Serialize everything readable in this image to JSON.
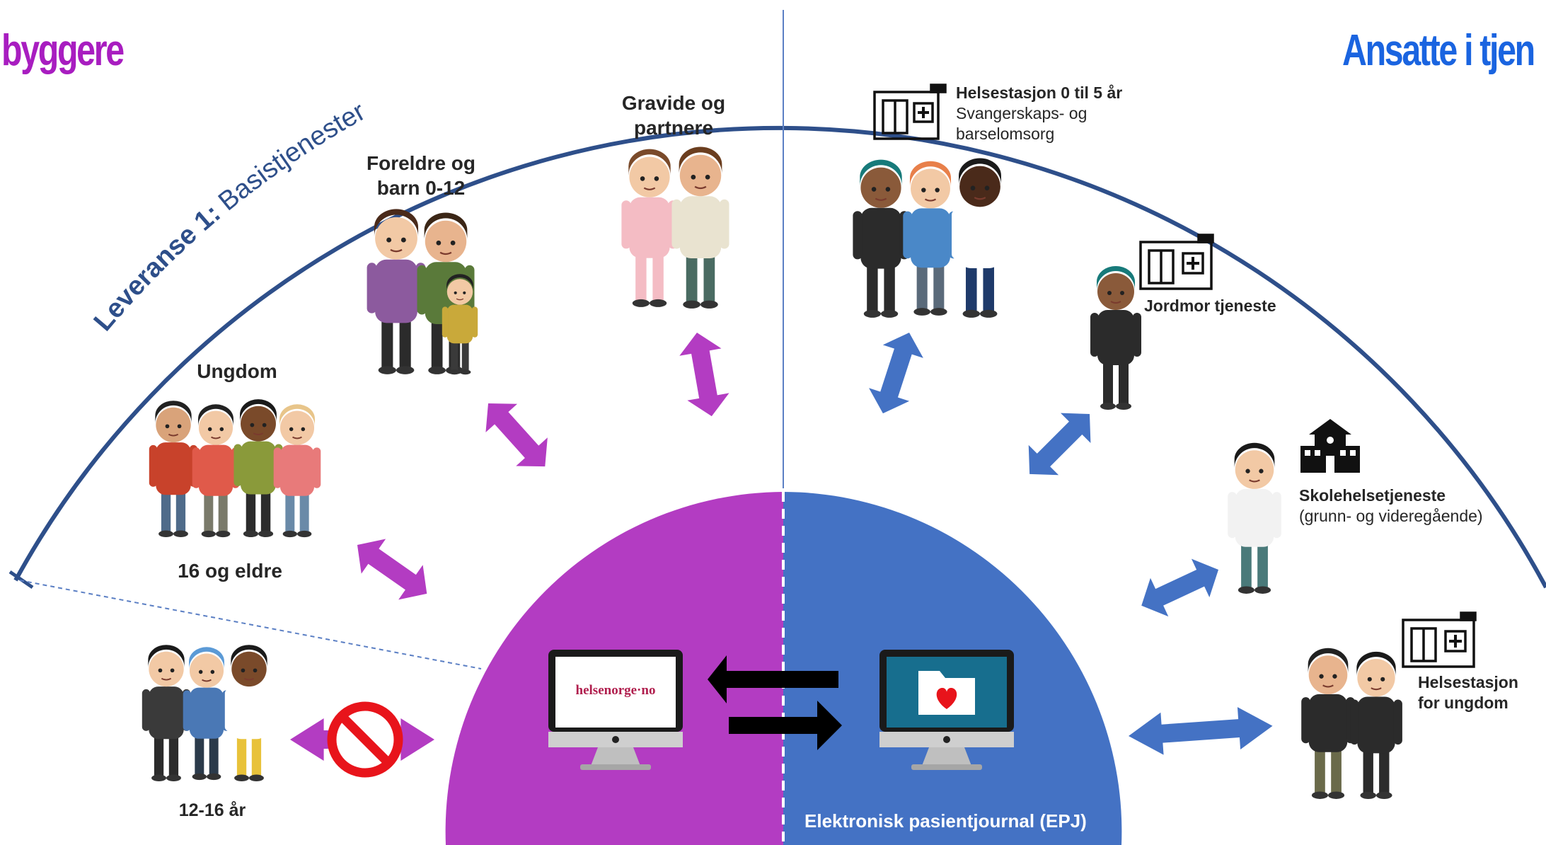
{
  "headers": {
    "left": "byggere",
    "right": "Ansatte i tjen"
  },
  "arc_label": {
    "bold": "Leveranse 1:",
    "light": "Basistjenester"
  },
  "groups": {
    "gravide": [
      "Gravide og",
      "partnere"
    ],
    "foreldre": [
      "Foreldre og",
      "barn 0-12"
    ],
    "ungdom_title": "Ungdom",
    "ungdom_age": "16 og eldre",
    "young": "12-16 år"
  },
  "services": {
    "helsestasjon": {
      "title": "Helsestasjon 0 til 5 år",
      "line1": "Svangerskaps- og",
      "line2": "barselomsorg"
    },
    "jordmor": {
      "title": "Jordmor tjeneste"
    },
    "skole": {
      "title": "Skolehelsetjeneste",
      "sub": "(grunn- og videregående)"
    },
    "ungdom_stasjon": {
      "line1": "Helsestasjon",
      "line2": "for ungdom"
    }
  },
  "center": {
    "helsenorge_logo": "helsenorge·no",
    "epj": "Elektronisk pasientjournal (EPJ)"
  },
  "colors": {
    "purple": "#b33cc2",
    "purple_text": "#a81dc0",
    "blue": "#4472c4",
    "blue_text": "#1a64e0",
    "arc": "#2e4f8a",
    "no_sign": "#e8141b"
  },
  "icons": [
    "hospital-icon",
    "school-icon",
    "monitor-icon",
    "heart-folder-icon",
    "no-entry-icon"
  ]
}
